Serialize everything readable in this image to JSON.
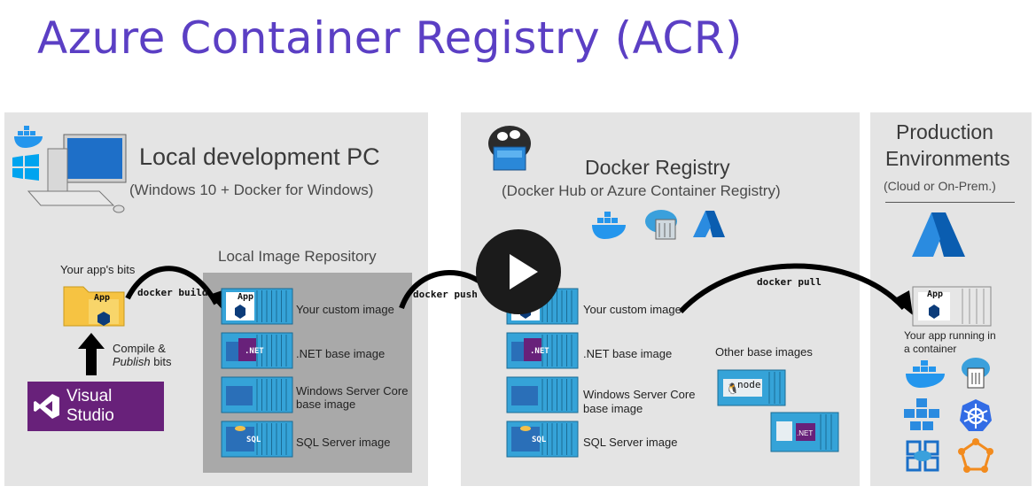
{
  "title": "Azure Container Registry (ACR)",
  "local": {
    "heading": "Local development PC",
    "subheading": "(Windows 10 + Docker for Windows)",
    "app_bits_label": "Your app's bits",
    "folder_badge": "App",
    "compile_label_1": "Compile &",
    "compile_label_2": "Publish",
    "compile_label_3": "bits",
    "vs_label": "Visual Studio",
    "docker_build": "docker build",
    "repo_title": "Local Image Repository",
    "images": [
      {
        "badge": "App",
        "label": "Your custom image"
      },
      {
        "badge": ".NET",
        "label": ".NET base image"
      },
      {
        "badge": "",
        "label": "Windows Server Core",
        "label2": "base image"
      },
      {
        "badge": "SQL",
        "label": "SQL Server image"
      }
    ]
  },
  "registry": {
    "heading": "Docker Registry",
    "subheading": "(Docker Hub or Azure Container Registry)",
    "docker_push": "docker push",
    "docker_pull": "docker pull",
    "images": [
      {
        "badge": "",
        "label": "Your custom image"
      },
      {
        "badge": ".NET",
        "label": ".NET base image"
      },
      {
        "badge": "",
        "label": "Windows Server Core",
        "label2": "base image"
      },
      {
        "badge": "SQL",
        "label": "SQL Server image"
      }
    ],
    "other_label": "Other base images",
    "node_badge": "node",
    "net_badge": ".NET"
  },
  "prod": {
    "heading_1": "Production",
    "heading_2": "Environments",
    "subheading": "(Cloud or On-Prem.)",
    "app_badge": "App",
    "running_1": "Your app running in",
    "running_2": "a container"
  },
  "colors": {
    "title": "#5b3fc4",
    "container": "#35a3d8",
    "vs": "#68217a",
    "azure": "#0078d4",
    "kubernetes": "#326ce5",
    "orange": "#f28b1e"
  },
  "icons": [
    "docker-icon",
    "windows-icon",
    "pc-icon",
    "folder-icon",
    "docker-registry-icon",
    "azure-cloud-icon",
    "azure-logo-icon",
    "kubernetes-icon",
    "service-fabric-icon",
    "play-icon"
  ]
}
